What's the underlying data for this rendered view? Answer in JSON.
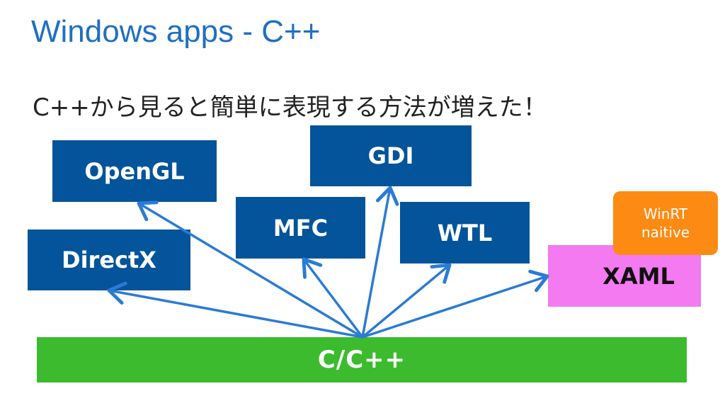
{
  "slide": {
    "title": "Windows apps - C++",
    "subtitle": "C++から見ると簡単に表現する方法が増えた！"
  },
  "nodes": {
    "opengl": "OpenGL",
    "gdi": "GDI",
    "mfc": "MFC",
    "wtl": "WTL",
    "directx": "DirectX",
    "xaml": "XAML",
    "winrt_line1": "WinRT",
    "winrt_line2": "naitive",
    "base": "C/C++"
  },
  "colors": {
    "title": "#1f6fc2",
    "box": "#03549a",
    "arrow": "#2b7bd4",
    "xaml": "#f37af0",
    "winrt": "#fd8a13",
    "base": "#3dbb2f"
  }
}
